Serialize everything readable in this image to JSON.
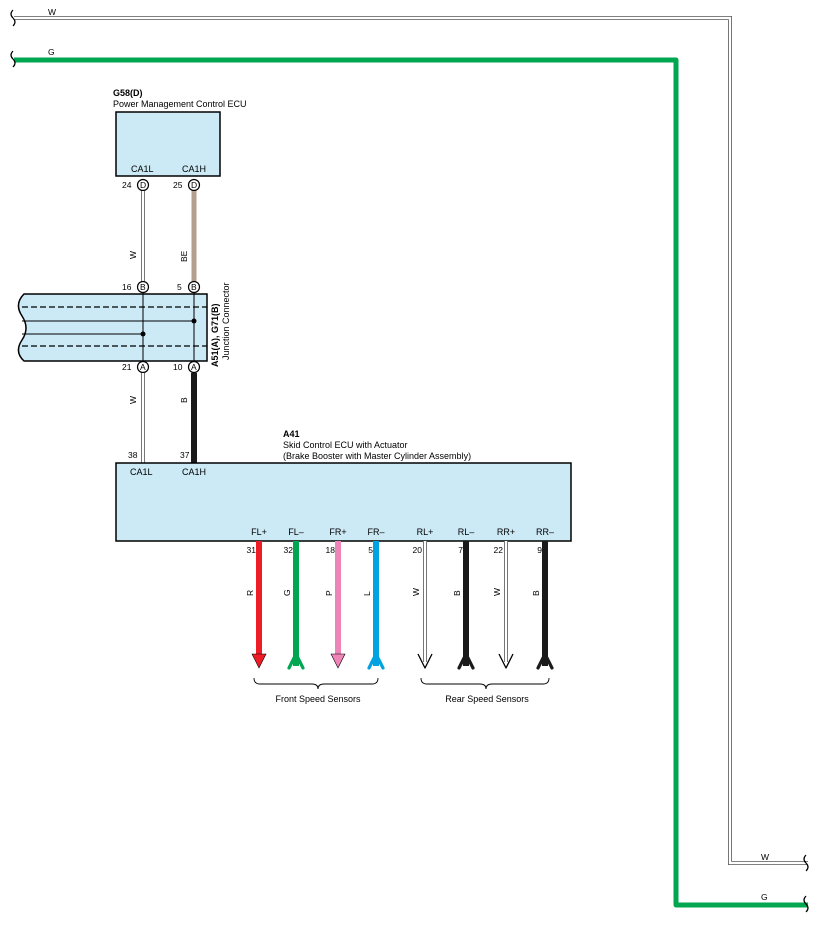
{
  "colors": {
    "ecu_fill": "#cce9f6",
    "W": "#ffffff",
    "G": "#00a650",
    "BE": "#b39f8d",
    "B": "#1a1a1a",
    "R": "#ee1c25",
    "P": "#ee84b8",
    "L": "#00a3e0"
  },
  "top_wires": {
    "w_label": "W",
    "g_label": "G"
  },
  "bottom_wires": {
    "w_label": "W",
    "g_label": "G"
  },
  "ecu_g58": {
    "code": "G58(D)",
    "name": "Power Management Control ECU",
    "terms": [
      {
        "label": "CA1L",
        "pin": "24",
        "conn": "D"
      },
      {
        "label": "CA1H",
        "pin": "25",
        "conn": "D"
      }
    ]
  },
  "junction": {
    "code": "A51(A), G71(B)",
    "name": "Junction Connector",
    "top_pins": [
      {
        "pin": "16",
        "conn": "B"
      },
      {
        "pin": "5",
        "conn": "B"
      }
    ],
    "bottom_pins": [
      {
        "pin": "21",
        "conn": "A"
      },
      {
        "pin": "10",
        "conn": "A"
      }
    ]
  },
  "upper_wires": [
    "W",
    "BE"
  ],
  "lower_wires": [
    "W",
    "B"
  ],
  "ecu_a41": {
    "code": "A41",
    "name": "Skid Control ECU with Actuator",
    "subname": "(Brake Booster with Master Cylinder Assembly)",
    "top_pins": [
      "38",
      "37"
    ],
    "top_labels": [
      "CA1L",
      "CA1H"
    ],
    "sensors": [
      {
        "label": "FL+",
        "pin": "31",
        "wire": "R",
        "dir": "out"
      },
      {
        "label": "FL–",
        "pin": "32",
        "wire": "G",
        "dir": "in"
      },
      {
        "label": "FR+",
        "pin": "18",
        "wire": "P",
        "dir": "out"
      },
      {
        "label": "FR–",
        "pin": "5",
        "wire": "L",
        "dir": "in"
      },
      {
        "label": "RL+",
        "pin": "20",
        "wire": "W",
        "dir": "out"
      },
      {
        "label": "RL–",
        "pin": "7",
        "wire": "B",
        "dir": "in"
      },
      {
        "label": "RR+",
        "pin": "22",
        "wire": "W",
        "dir": "out"
      },
      {
        "label": "RR–",
        "pin": "9",
        "wire": "B",
        "dir": "in"
      }
    ]
  },
  "groups": {
    "front": "Front Speed Sensors",
    "rear": "Rear Speed Sensors"
  }
}
